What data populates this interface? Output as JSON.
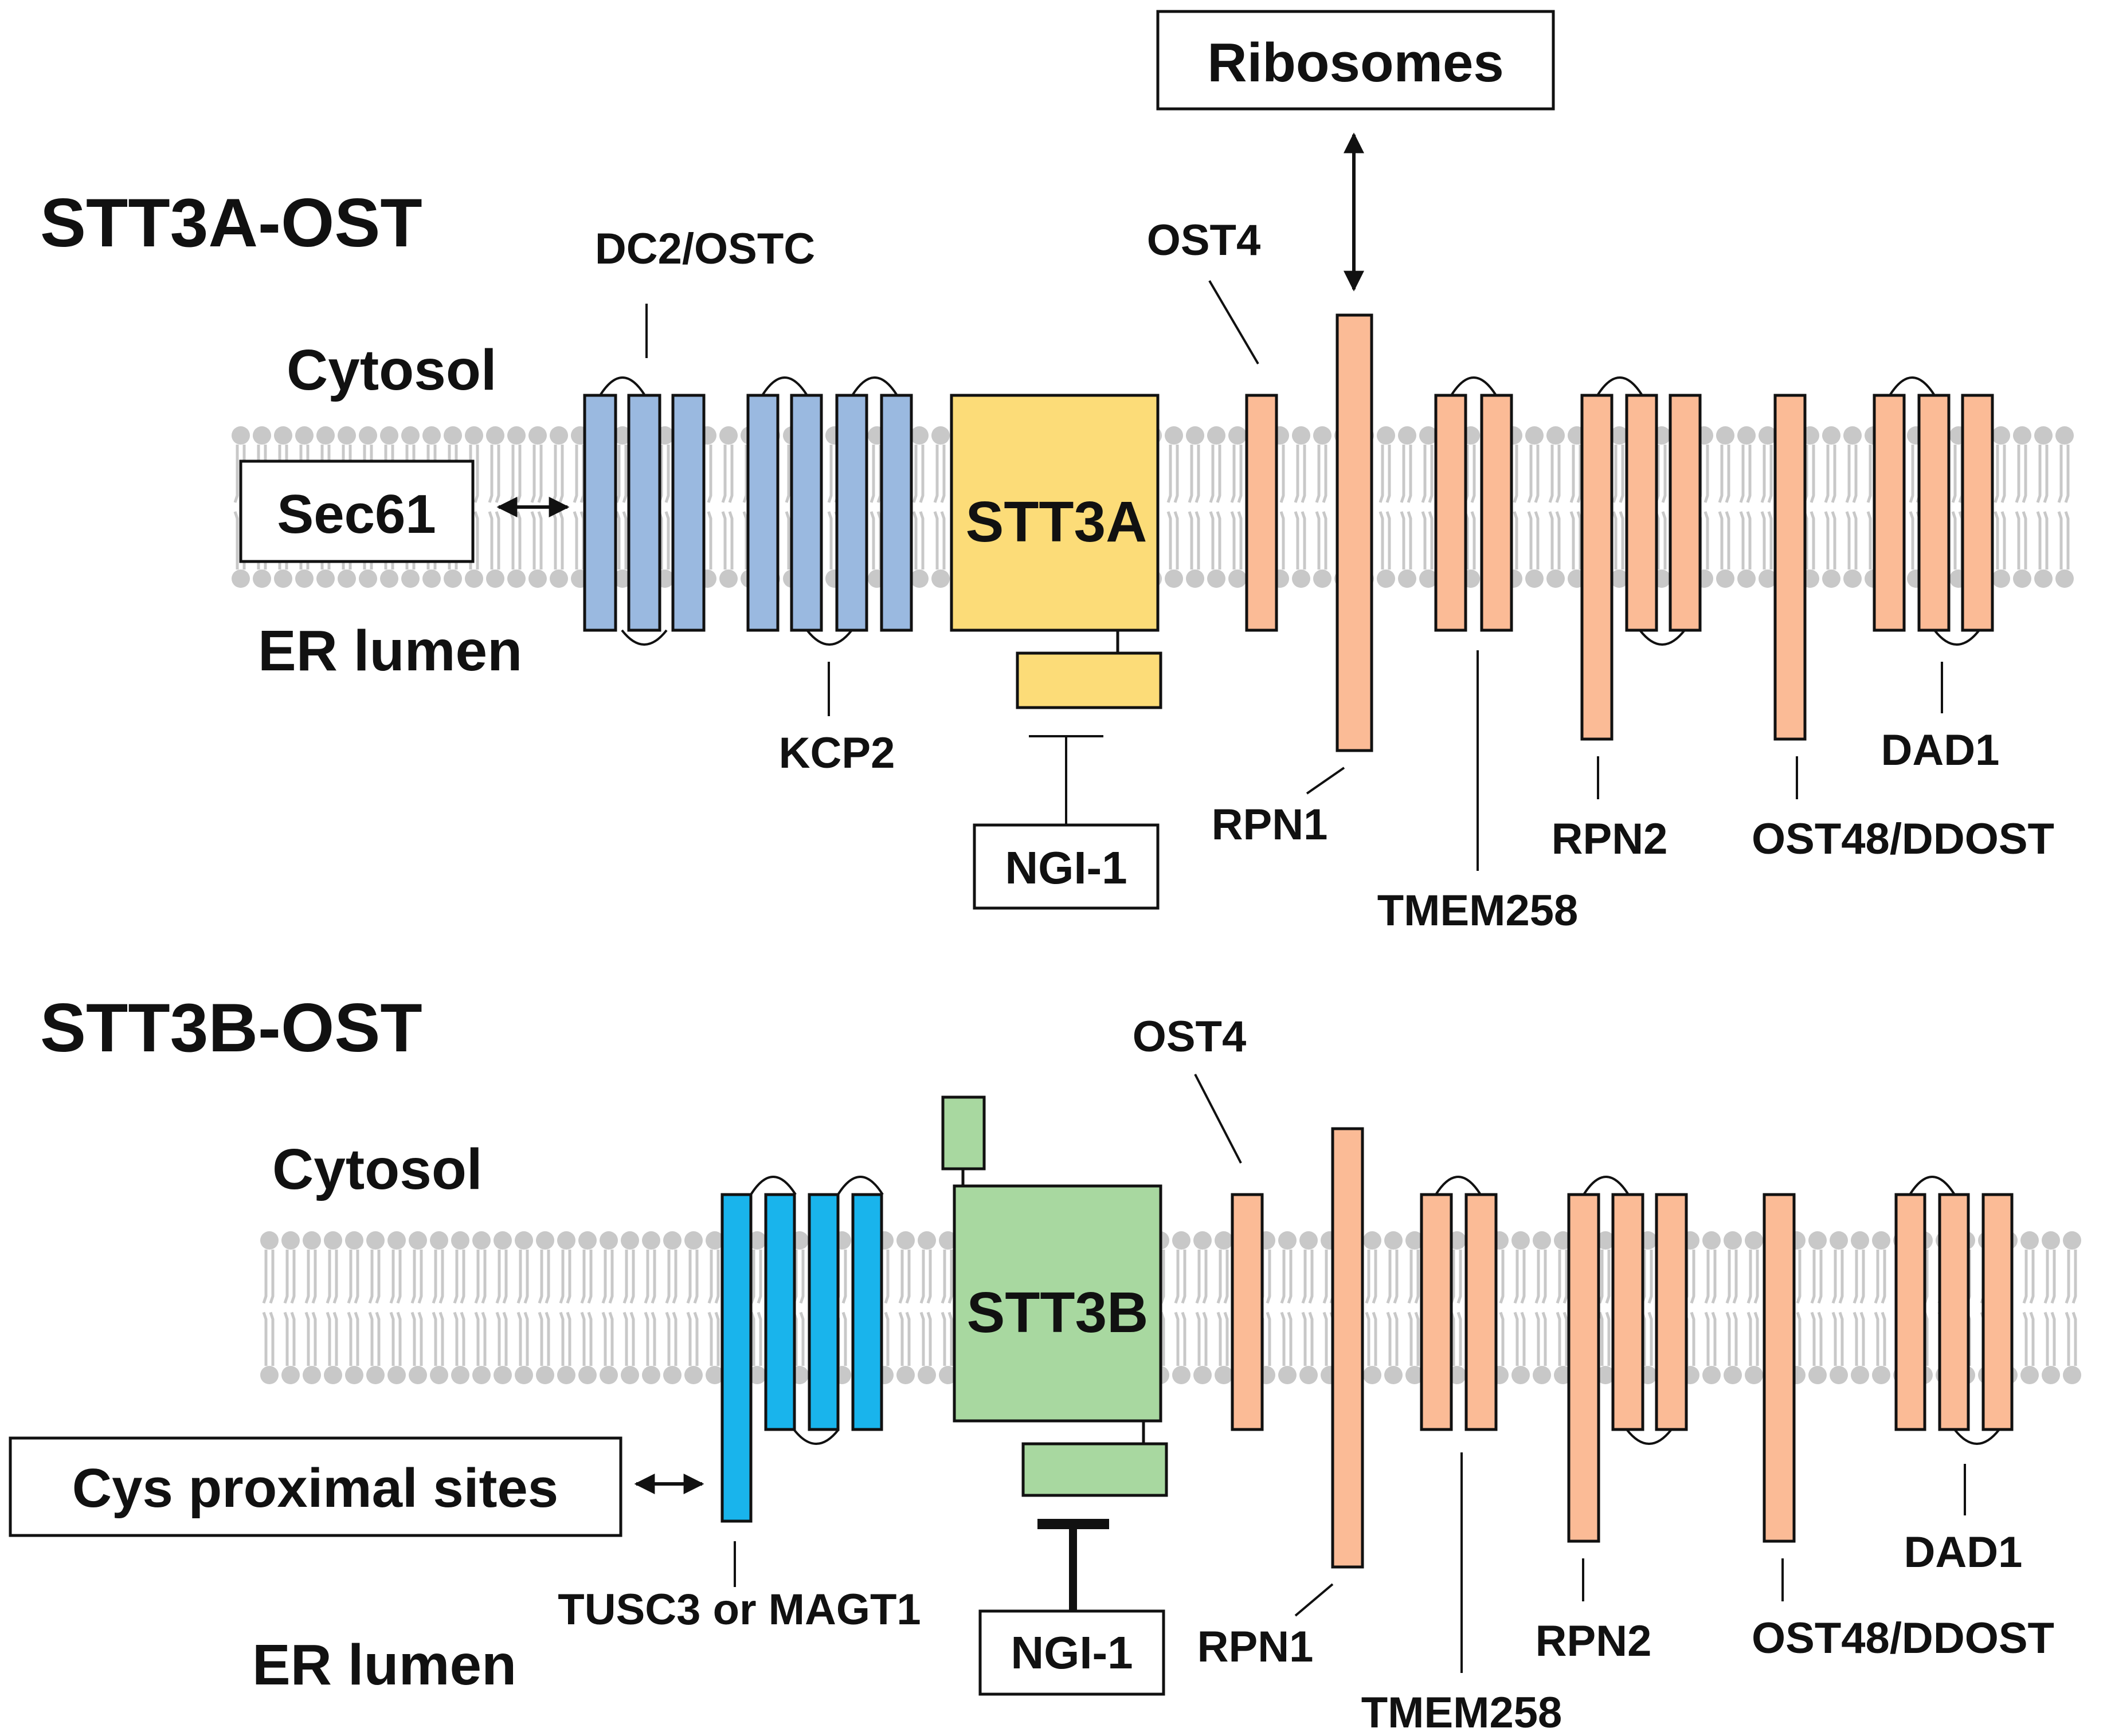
{
  "panels": {
    "a": {
      "title": "STT3A-OST",
      "title_color": "#ff1a1a",
      "cytosol_label": "Cytosol",
      "lumen_label": "ER lumen",
      "partner_label": "Sec61",
      "catalytic_label": "STT3A",
      "catalytic_color": "#fcdc78",
      "accessory_color": "#9ab9e0",
      "inhibitor_label": "NGI-1",
      "ribosome_label": "Ribosomes",
      "subunits": {
        "dc2": "DC2/OSTC",
        "kcp2": "KCP2",
        "ost4": "OST4",
        "rpn1": "RPN1",
        "tmem258": "TMEM258",
        "rpn2": "RPN2",
        "ost48": "OST48/DDOST",
        "dad1": "DAD1"
      }
    },
    "b": {
      "title": "STT3B-OST",
      "title_color": "#1a82d0",
      "cytosol_label": "Cytosol",
      "lumen_label": "ER lumen",
      "partner_label": "Cys proximal sites",
      "catalytic_label": "STT3B",
      "catalytic_color": "#a8d8a0",
      "accessory_color": "#19b4ec",
      "inhibitor_label": "NGI-1",
      "subunits": {
        "tusc3": "TUSC3 or MAGT1",
        "ost4": "OST4",
        "rpn1": "RPN1",
        "tmem258": "TMEM258",
        "rpn2": "RPN2",
        "ost48": "OST48/DDOST",
        "dad1": "DAD1"
      }
    }
  },
  "colors": {
    "common_subunit": "#fbbb96",
    "lipid": "#c8c8c8",
    "stroke": "#111111"
  }
}
